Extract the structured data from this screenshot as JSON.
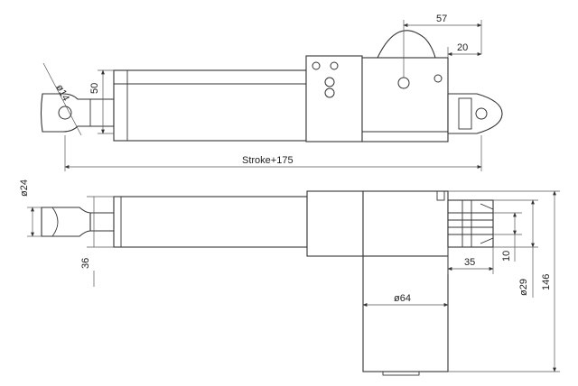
{
  "dimensions": {
    "d57": "57",
    "d20": "20",
    "phi14": "ø14",
    "d50": "50",
    "stroke": "Stroke+175",
    "phi24": "ø24",
    "d36": "36",
    "d35": "35",
    "d10": "10",
    "phi29": "ø29",
    "d146": "146",
    "phi64": "ø64"
  },
  "colors": {
    "line": "#333333",
    "dimension": "#555555",
    "background": "#ffffff"
  }
}
